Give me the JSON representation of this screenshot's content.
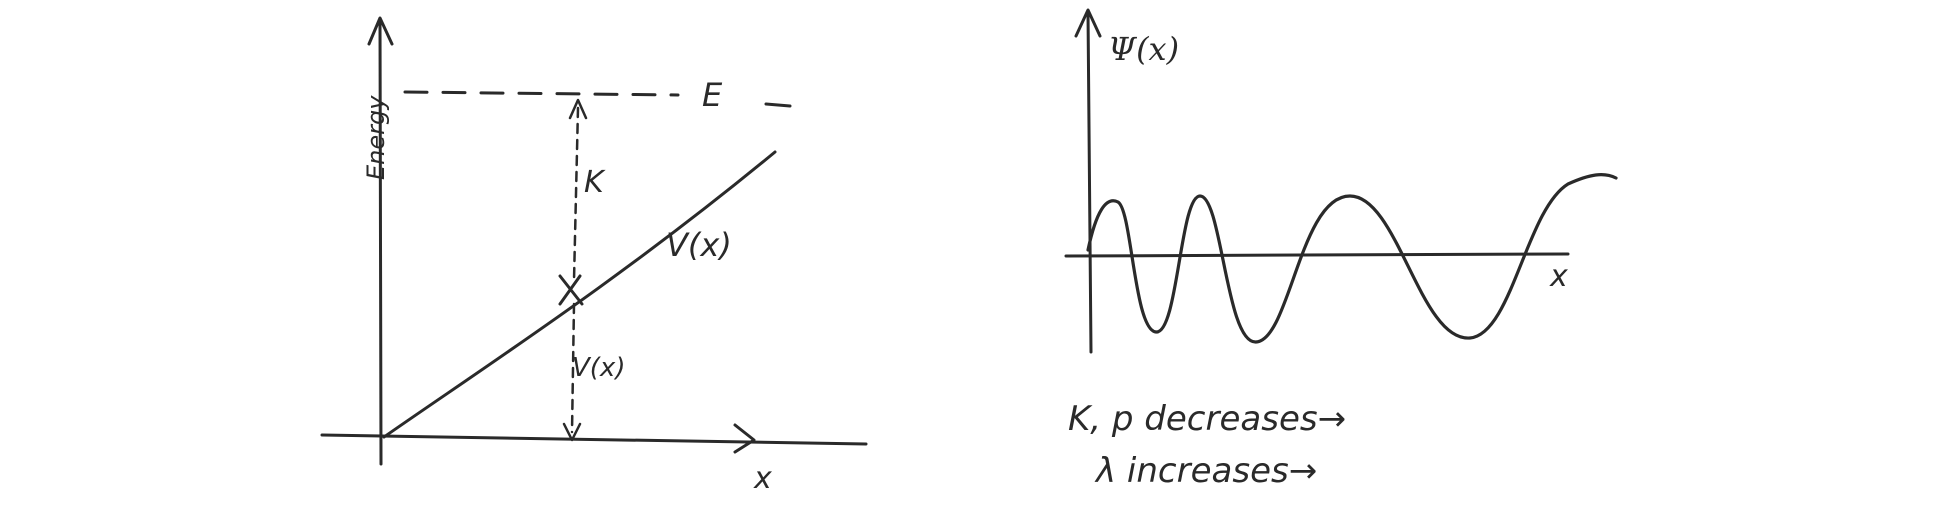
{
  "left_diagram": {
    "y_axis_label": "Energy",
    "x_axis_label": "x",
    "energy_line_label": "E",
    "kinetic_label": "K",
    "potential_curve_label": "V(x)",
    "potential_value_label": "V(x)"
  },
  "right_diagram": {
    "y_axis_label": "Ψ(x)",
    "x_axis_label": "x",
    "note_line_1": "K, p  decreases→",
    "note_line_2": "λ   increases→"
  },
  "colors": {
    "ink": "#2a2a2a",
    "background": "#ffffff"
  }
}
